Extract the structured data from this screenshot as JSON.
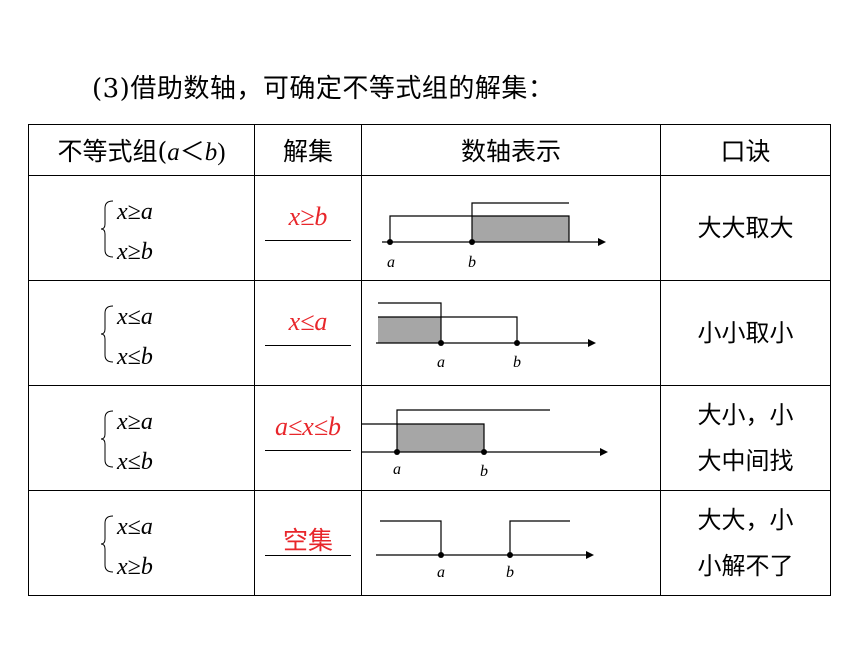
{
  "intro": "(3)借助数轴，可确定不等式组的解集：",
  "headers": {
    "system_prefix": "不等式组(",
    "system_a": "a",
    "system_lt": "＜",
    "system_b": "b",
    "system_suffix": ")",
    "solution": "解集",
    "axis": "数轴表示",
    "rule": "口诀"
  },
  "point_labels": {
    "a": "a",
    "b": "b"
  },
  "rows": [
    {
      "line1": "x≥a",
      "line2": "x≥b",
      "solution": "x≥b",
      "rule_line1": "大大取大",
      "rule_line2": ""
    },
    {
      "line1": "x≤a",
      "line2": "x≤b",
      "solution": "x≤a",
      "rule_line1": "小小取小",
      "rule_line2": ""
    },
    {
      "line1": "x≥a",
      "line2": "x≤b",
      "solution": "a≤x≤b",
      "rule_line1": "大小，小",
      "rule_line2": "大中间找"
    },
    {
      "line1": "x≤a",
      "line2": "x≥b",
      "solution": "空集",
      "rule_line1": "大大，小",
      "rule_line2": "小解不了"
    }
  ],
  "colors": {
    "solution_text": "#e8262b",
    "shade": "#a6a6a6"
  }
}
